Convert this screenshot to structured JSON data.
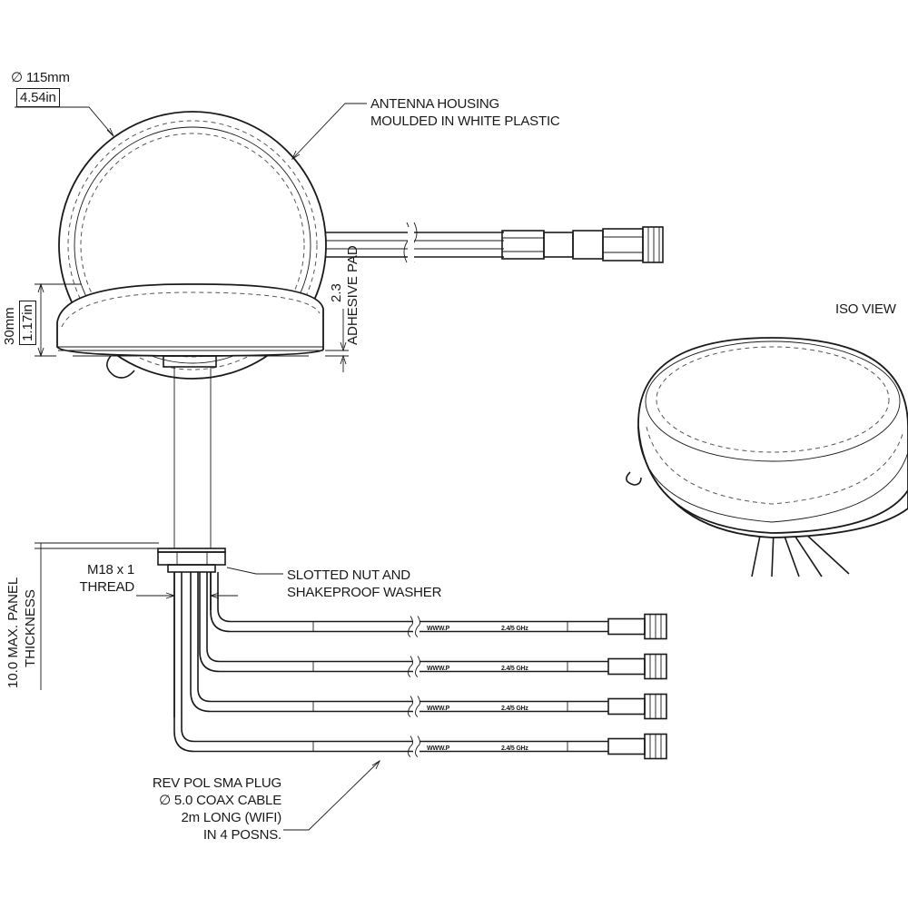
{
  "diameter": {
    "symbol": "∅",
    "mm": "115mm",
    "in": "4.54in"
  },
  "housing_note": [
    "ANTENNA HOUSING",
    "MOULDED IN WHITE PLASTIC"
  ],
  "iso_view": "ISO VIEW",
  "height": {
    "mm": "30mm",
    "in": "1.17in"
  },
  "adhesive": {
    "value": "2.3",
    "label": "ADHESIVE PAD"
  },
  "thread": [
    "M18 x 1",
    "THREAD"
  ],
  "nut_note": [
    "SLOTTED NUT AND",
    "SHAKEPROOF WASHER"
  ],
  "panel": [
    "10.0 MAX. PANEL",
    "THICKNESS"
  ],
  "cable_note": [
    "REV POL SMA PLUG",
    "∅ 5.0 COAX CABLE",
    "2m LONG (WIFI)",
    "IN 4 POSNS."
  ],
  "cable_print": {
    "brand": "WWW.P",
    "freq": "2.4/5 GHz"
  }
}
